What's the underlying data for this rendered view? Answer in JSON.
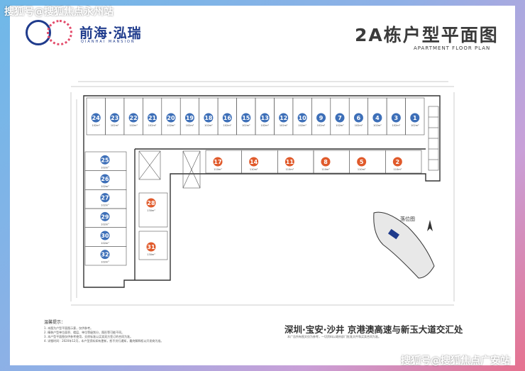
{
  "brand": {
    "name_cn": "前海·泓瑞",
    "name_en": "QIANHAI MANSION"
  },
  "header": {
    "title": "2A栋户型平面图",
    "subtitle": "APARTMENT FLOOR PLAN"
  },
  "watermarks": {
    "top": "搜狐号@搜狐焦点永州站",
    "bottom": "搜狐号@搜狐焦点广安站"
  },
  "north_units": [
    {
      "no": "24",
      "area": "102m²"
    },
    {
      "no": "23",
      "area": "102m²"
    },
    {
      "no": "22",
      "area": "102m²"
    },
    {
      "no": "21",
      "area": "102m²"
    },
    {
      "no": "20",
      "area": "102m²"
    },
    {
      "no": "19",
      "area": "102m²"
    },
    {
      "no": "18",
      "area": "102m²"
    },
    {
      "no": "16",
      "area": "102m²"
    },
    {
      "no": "15",
      "area": "102m²"
    },
    {
      "no": "13",
      "area": "102m²"
    },
    {
      "no": "12",
      "area": "102m²"
    },
    {
      "no": "10",
      "area": "102m²"
    },
    {
      "no": "9",
      "area": "102m²"
    },
    {
      "no": "7",
      "area": "102m²"
    },
    {
      "no": "6",
      "area": "102m²"
    },
    {
      "no": "4",
      "area": "102m²"
    },
    {
      "no": "3",
      "area": "102m²"
    },
    {
      "no": "1",
      "area": "102m²"
    }
  ],
  "south_units": [
    {
      "no": "17",
      "area": "110m²"
    },
    {
      "no": "14",
      "area": "110m²"
    },
    {
      "no": "11",
      "area": "110m²"
    },
    {
      "no": "8",
      "area": "110m²"
    },
    {
      "no": "5",
      "area": "110m²"
    },
    {
      "no": "2",
      "area": "110m²"
    }
  ],
  "west_units": [
    {
      "no": "25",
      "area": "102m²"
    },
    {
      "no": "26",
      "area": "102m²"
    },
    {
      "no": "27",
      "area": "102m²"
    },
    {
      "no": "29",
      "area": "102m²"
    },
    {
      "no": "30",
      "area": "102m²"
    },
    {
      "no": "32",
      "area": "102m²"
    }
  ],
  "inner_units": [
    {
      "no": "28",
      "area": "130m²"
    },
    {
      "no": "31",
      "area": "130m²"
    }
  ],
  "site_plan": {
    "label": "落位图"
  },
  "notes": {
    "title": "温馨提示：",
    "lines": [
      "1. 本图为户型平面图示意，仅供参考。",
      "2. 精装户型单位面积、楼层、单位等级划分，图形等可能不同。",
      "3. 本户型平面图仅供参考使用，交房标准以买卖双方签订的合同为准。",
      "4. 详细时间：2020年12月，本户型资料如有更新，恕不另行通知，最终解释权以开发商为准。"
    ]
  },
  "location": "深圳·宝安·沙井 京港澳高速与新玉大道交汇处",
  "disclaimer": "本广告所有图文仅为参考，一切资料以政府部门批准文件和买卖合同为准。"
}
